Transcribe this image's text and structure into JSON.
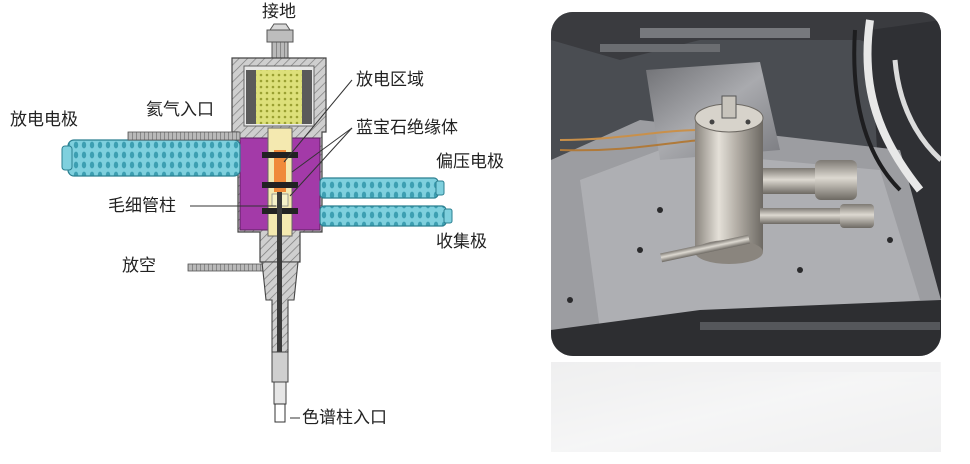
{
  "diagram": {
    "labels": {
      "ground": "接地",
      "discharge_region": "放电区域",
      "helium_inlet": "氦气入口",
      "sapphire_insulator": "蓝宝石绝缘体",
      "discharge_electrode": "放电电极",
      "bias_electrode": "偏压电极",
      "capillary": "毛细管柱",
      "collector": "收集极",
      "vent": "放空",
      "column_inlet": "色谱柱入口"
    },
    "colors": {
      "metal": "#c9c9c9",
      "hatch": "#7a7a7a",
      "insulator": "#a33aa8",
      "sapphire": "#e7e7a0",
      "plasma": "#f08a3a",
      "electrode": "#6fc9d8",
      "capillary": "#3a3a3a"
    }
  },
  "photo": {
    "subject": "detector-assembly-photo",
    "colors": {
      "frame": "#4a4d52",
      "steel": "#b8b4ad",
      "foil": "#8e8f93",
      "tray": "#2d2e31"
    }
  }
}
